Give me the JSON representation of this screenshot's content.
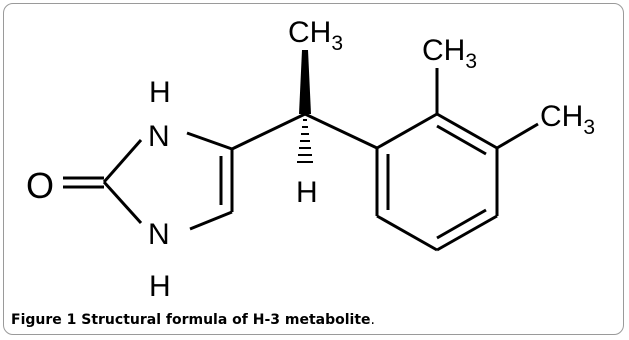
{
  "structure": {
    "atoms": {
      "oxygen": "O",
      "n_top": "N",
      "n_bottom": "N",
      "h_top": "H",
      "h_bottom": "H",
      "h_stereo": "H",
      "methyl_top_main": "CH",
      "methyl_top_sub": "3",
      "methyl_ring_main": "CH",
      "methyl_ring_sub": "3",
      "methyl_right_main": "CH",
      "methyl_right_sub": "3"
    }
  },
  "caption": {
    "label": "Figure 1",
    "text": " Structural formula of H-3 metabolite",
    "period": "."
  }
}
